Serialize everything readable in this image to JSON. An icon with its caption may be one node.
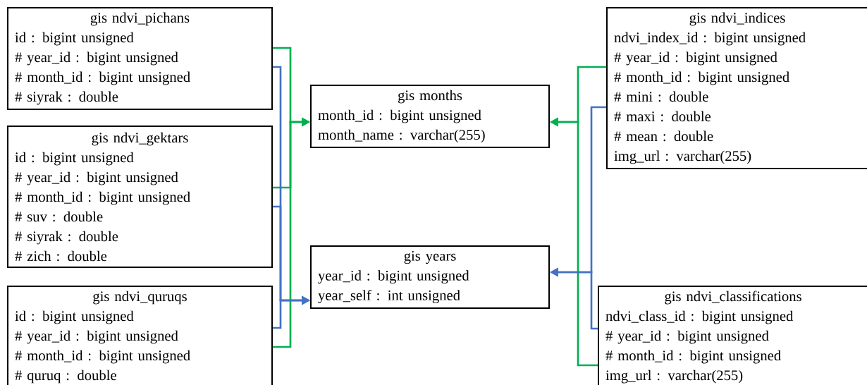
{
  "diagram": {
    "nodes": [
      {
        "text": [
          "gis ndvi_pichans",
          "id : bigint unsigned",
          "# year_id : bigint unsigned",
          "# month_id : bigint unsigned",
          "# siyrak : double"
        ]
      },
      {
        "text": [
          "gis ndvi_gektars",
          "id : bigint unsigned",
          "# year_id : bigint unsigned",
          "# month_id : bigint unsigned",
          "# suv : double",
          "# siyrak : double",
          "# zich : double"
        ]
      },
      {
        "text": [
          "gis ndvi_quruqs",
          "id : bigint unsigned",
          "# year_id : bigint unsigned",
          "# month_id : bigint unsigned",
          "# quruq : double"
        ]
      },
      {
        "text": [
          "gis months",
          "month_id : bigint unsigned",
          "month_name : varchar(255)"
        ]
      },
      {
        "text": [
          "gis years",
          "year_id : bigint unsigned",
          "year_self : int unsigned"
        ]
      },
      {
        "text": [
          "gis ndvi_indices",
          "ndvi_index_id : bigint unsigned",
          "# year_id : bigint unsigned",
          "# month_id : bigint unsigned",
          "# mini : double",
          "# maxi : double",
          "# mean : double",
          "img_url : varchar(255)"
        ]
      },
      {
        "text": [
          "gis ndvi_classifications",
          "ndvi_class_id : bigint unsigned",
          "# year_id : bigint unsigned",
          "# month_id : bigint unsigned",
          "img_url : varchar(255)"
        ]
      }
    ],
    "edges": [
      {
        "from": 0,
        "to": 3,
        "arrow": "to",
        "color": "#00b050"
      },
      {
        "from": 1,
        "to": 3,
        "arrow": "to",
        "color": "#00b050"
      },
      {
        "from": 2,
        "to": 3,
        "arrow": "to",
        "color": "#00b050"
      },
      {
        "from": 0,
        "to": 4,
        "arrow": "to",
        "color": "#4472c4"
      },
      {
        "from": 1,
        "to": 4,
        "arrow": "to",
        "color": "#4472c4"
      },
      {
        "from": 2,
        "to": 4,
        "arrow": "to",
        "color": "#4472c4"
      },
      {
        "from": 5,
        "to": 3,
        "arrow": "to",
        "color": "#00b050"
      },
      {
        "from": 6,
        "to": 3,
        "arrow": "to",
        "color": "#00b050"
      },
      {
        "from": 5,
        "to": 4,
        "arrow": "to",
        "color": "#4472c4"
      },
      {
        "from": 6,
        "to": 4,
        "arrow": "to",
        "color": "#4472c4"
      }
    ]
  }
}
